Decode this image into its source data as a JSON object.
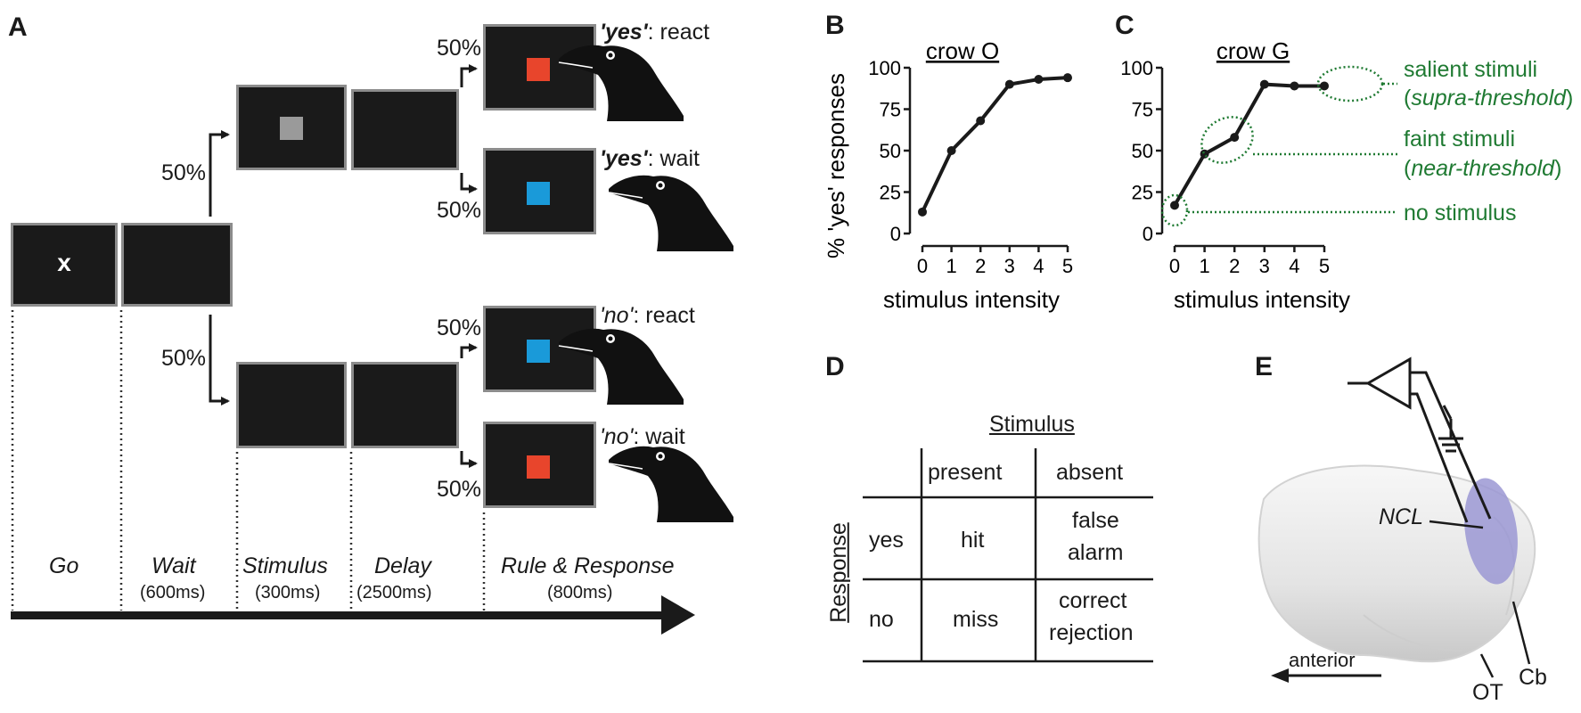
{
  "panel_labels": {
    "a": "A",
    "b": "B",
    "c": "C",
    "d": "D",
    "e": "E"
  },
  "panel_a": {
    "go_symbol": "x",
    "pct_top": "50%",
    "pct_bottom": "50%",
    "pct_yes_react": "50%",
    "pct_yes_wait": "50%",
    "pct_no_react": "50%",
    "pct_no_wait": "50%",
    "outcomes": {
      "yes_react": {
        "q": "'yes'",
        "rest": ": react"
      },
      "yes_wait": {
        "q": "'yes'",
        "rest": ": wait"
      },
      "no_react": {
        "q": "'no'",
        "rest": ": react"
      },
      "no_wait": {
        "q": "'no'",
        "rest": ": wait"
      }
    },
    "phases": [
      {
        "name": "Go",
        "duration": ""
      },
      {
        "name": "Wait",
        "duration": "(600ms)"
      },
      {
        "name": "Stimulus",
        "duration": "(300ms)"
      },
      {
        "name": "Delay",
        "duration": "(2500ms)"
      },
      {
        "name": "Rule & Response",
        "duration": "(800ms)"
      }
    ],
    "colors": {
      "red": "#e8452c",
      "blue": "#1a9ad9",
      "gray": "#9a9a9a",
      "screen": "#1a1a1a"
    }
  },
  "chart_data": [
    {
      "type": "line",
      "panel": "B",
      "title": "crow O",
      "xlabel": "stimulus intensity",
      "ylabel": "% 'yes' responses",
      "x": [
        0,
        1,
        2,
        3,
        4,
        5
      ],
      "y": [
        13,
        50,
        68,
        90,
        93,
        94
      ],
      "xlim": [
        0,
        5
      ],
      "ylim": [
        0,
        100
      ],
      "yticks": [
        0,
        25,
        50,
        75,
        100
      ],
      "xticks": [
        0,
        1,
        2,
        3,
        4,
        5
      ],
      "grid": false
    },
    {
      "type": "line",
      "panel": "C",
      "title": "crow G",
      "xlabel": "stimulus intensity",
      "x": [
        0,
        1,
        2,
        3,
        4,
        5
      ],
      "y": [
        17,
        48,
        58,
        90,
        89,
        89
      ],
      "xlim": [
        0,
        5
      ],
      "ylim": [
        0,
        100
      ],
      "yticks": [
        0,
        25,
        50,
        75,
        100
      ],
      "xticks": [
        0,
        1,
        2,
        3,
        4,
        5
      ],
      "grid": false,
      "annotations": [
        {
          "line1": "salient stimuli",
          "line2_open": "(",
          "line2_italic": "supra-threshold",
          "line2_close": ")"
        },
        {
          "line1": "faint stimuli",
          "line2_open": "(",
          "line2_italic": "near-threshold",
          "line2_close": ")"
        },
        {
          "line1": "no stimulus"
        }
      ],
      "annotation_color": "#1f7a32"
    }
  ],
  "panel_d": {
    "stimulus_header": "Stimulus",
    "response_header": "Response",
    "columns": [
      "present",
      "absent"
    ],
    "rows": [
      {
        "label": "yes",
        "cells": [
          [
            "hit"
          ],
          [
            "false",
            "alarm"
          ]
        ]
      },
      {
        "label": "no",
        "cells": [
          [
            "miss"
          ],
          [
            "correct",
            "rejection"
          ]
        ]
      }
    ]
  },
  "panel_e": {
    "ncl": "NCL",
    "cb": "Cb",
    "ot": "OT",
    "anterior": "anterior",
    "highlight_color": "#9b98d3"
  }
}
